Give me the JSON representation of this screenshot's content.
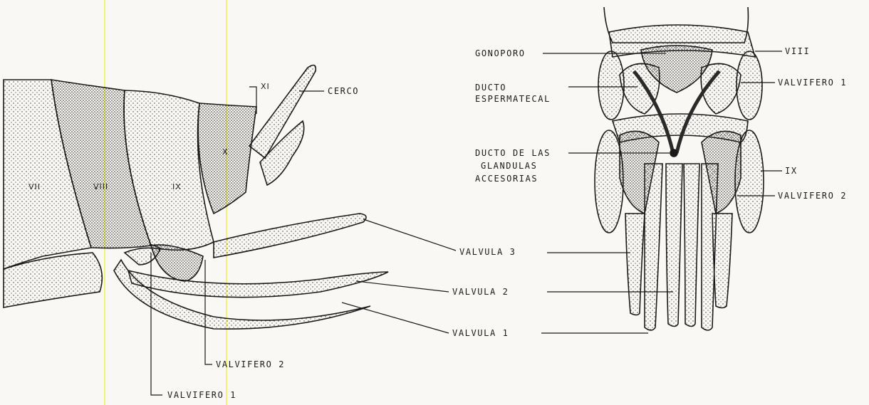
{
  "lateral_view": {
    "segments": {
      "vii": "VII",
      "viii": "VIII",
      "ix": "IX",
      "x": "X",
      "xi": "XI"
    },
    "labels": {
      "cerco": "CERCO",
      "valvula_3": "VALVULA 3",
      "valvula_2": "VALVULA 2",
      "valvula_1": "VALVULA 1",
      "valvifero_2": "VALVIFERO 2",
      "valvifero_1": "VALVIFERO 1"
    }
  },
  "ventral_view": {
    "labels": {
      "gonoporo": "GONOPORO",
      "ducto_espermatecal_line1": "DUCTO",
      "ducto_espermatecal_line2": "ESPERMATECAL",
      "ducto_glandulas_line1": "DUCTO DE LAS",
      "ducto_glandulas_line2": "GLANDULAS",
      "ducto_glandulas_line3": "ACCESORIAS",
      "viii": "VIII",
      "valvifero_1": "VALVIFERO 1",
      "ix": "IX",
      "valvifero_2": "VALVIFERO 2"
    }
  },
  "colors": {
    "ink": "#1a1a1a",
    "paper": "#f9f8f4",
    "scan_guide": "#f2f27a"
  }
}
